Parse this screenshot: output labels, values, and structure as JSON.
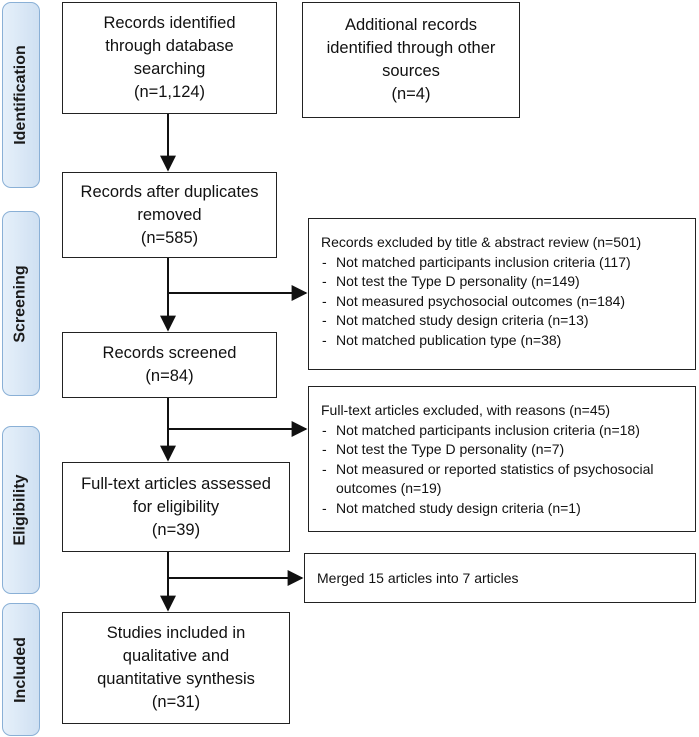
{
  "phases": {
    "identification": "Identification",
    "screening": "Screening",
    "eligibility": "Eligibility",
    "included": "Included"
  },
  "boxes": {
    "database_records": [
      "Records identified",
      "through database",
      "searching",
      "(n=1,124)"
    ],
    "other_records": [
      "Additional records",
      "identified through other",
      "sources",
      "(n=4)"
    ],
    "after_duplicates": [
      "Records after duplicates",
      "removed",
      "(n=585)"
    ],
    "screened": [
      "Records screened",
      "(n=84)"
    ],
    "fulltext_assessed": [
      "Full-text articles assessed",
      "for eligibility",
      "(n=39)"
    ],
    "included": [
      "Studies included in",
      "qualitative and",
      "quantitative synthesis",
      "(n=31)"
    ]
  },
  "excluded_title_abstract": {
    "heading": "Records excluded by title & abstract review (n=501)",
    "reasons": [
      "Not matched participants inclusion criteria (117)",
      "Not test the Type D personality (n=149)",
      "Not measured psychosocial outcomes (n=184)",
      "Not matched study design criteria (n=13)",
      "Not matched publication type (n=38)"
    ]
  },
  "excluded_fulltext": {
    "heading": "Full-text articles excluded, with reasons (n=45)",
    "reasons": [
      "Not matched participants inclusion criteria (n=18)",
      "Not test the Type D personality (n=7)",
      "Not measured or reported statistics of psychosocial outcomes (n=19)",
      "Not matched study design criteria (n=1)"
    ]
  },
  "merged_note": "Merged 15 articles into 7 articles"
}
